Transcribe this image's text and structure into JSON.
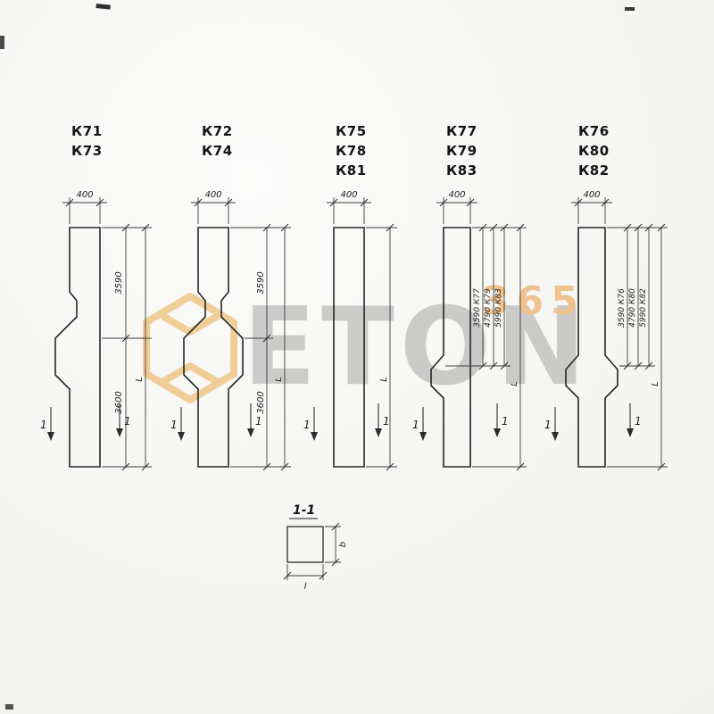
{
  "watermark": {
    "brand": "ETON",
    "number": "365",
    "accent": "#e9a43c",
    "gray": "#9f9f9d"
  },
  "figures": [
    {
      "labels": [
        "К71",
        "К73"
      ],
      "top_width": "400",
      "vertical_dims": [
        "3590",
        "3600"
      ],
      "length_label": "L",
      "section_mark": "1"
    },
    {
      "labels": [
        "К72",
        "К74"
      ],
      "top_width": "400",
      "vertical_dims": [
        "3590",
        "3600"
      ],
      "length_label": "L",
      "section_mark": "1"
    },
    {
      "labels": [
        "К75",
        "К78",
        "К81"
      ],
      "top_width": "400",
      "vertical_dims": [],
      "length_label": "L",
      "section_mark": "1"
    },
    {
      "labels": [
        "К77",
        "К79",
        "К83"
      ],
      "top_width": "400",
      "vertical_dims": [
        "3590  К77",
        "4790  К79",
        "5990  К83"
      ],
      "length_label": "L",
      "section_mark": "1"
    },
    {
      "labels": [
        "К76",
        "К80",
        "К82"
      ],
      "top_width": "400",
      "vertical_dims": [
        "3590  К76",
        "4790  К80",
        "5990  К82"
      ],
      "length_label": "L",
      "section_mark": "1"
    }
  ],
  "section_view": {
    "title": "1-1",
    "side_label": "b",
    "bottom_label": "l"
  }
}
